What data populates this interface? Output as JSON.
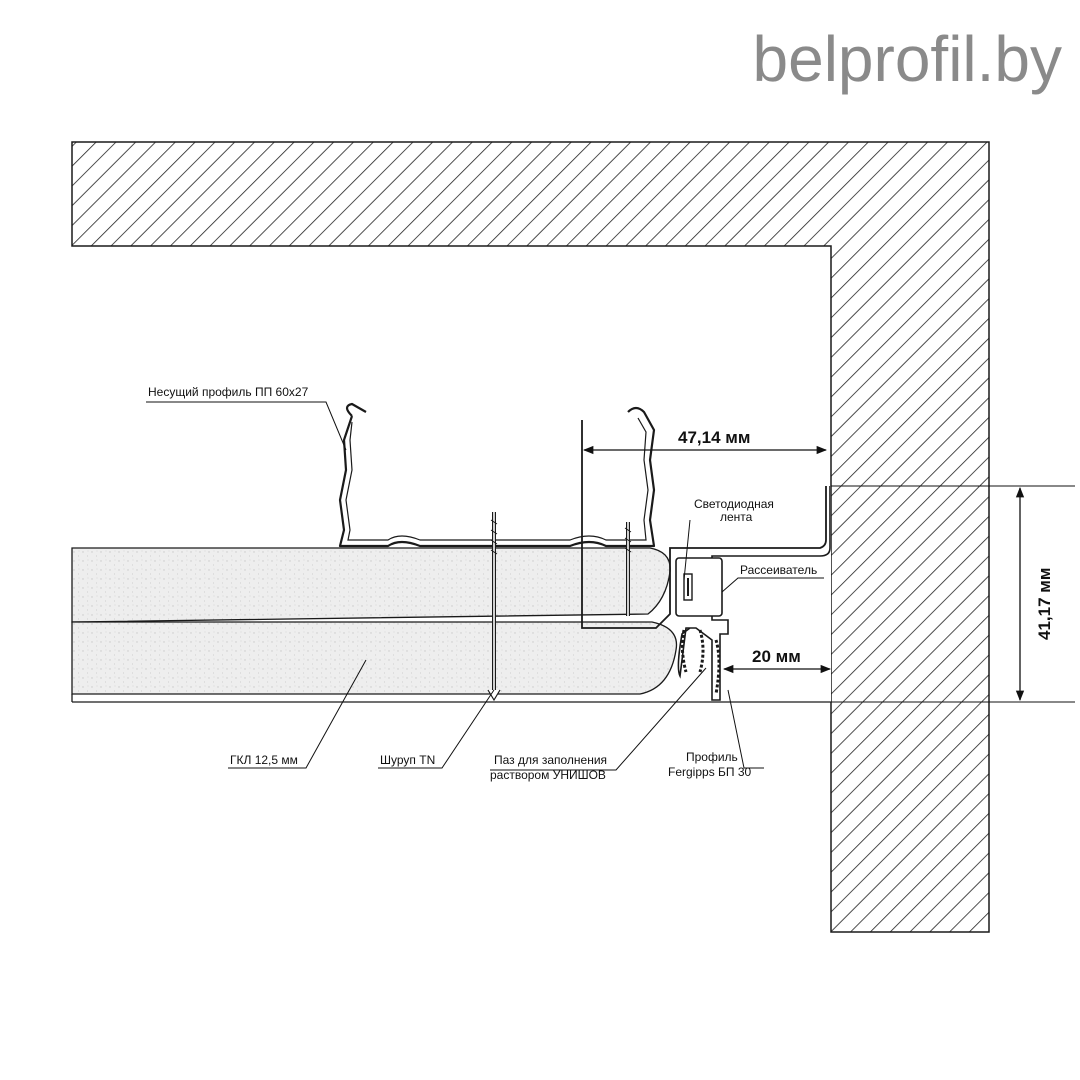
{
  "brand": "belprofil.by",
  "labels": {
    "nesushchiy": "Несущий профиль ПП 60х27",
    "svetodiod_1": "Светодиодная",
    "svetodiod_2": "лента",
    "rasseivatel": "Рассеиватель",
    "gkl": "ГКЛ 12,5 мм",
    "shurup": "Шуруп TN",
    "paz_1": "Паз для заполнения",
    "paz_2": "раствором УНИШОВ",
    "profil_1": "Профиль",
    "profil_2": "Fergipps БП 30"
  },
  "dimensions": {
    "d1": "47,14 мм",
    "d2": "20 мм",
    "d3": "41,17 мм"
  },
  "colors": {
    "line": "#1a1a1a",
    "board": "#f0f0f0",
    "brand": "#8a8a8a"
  }
}
